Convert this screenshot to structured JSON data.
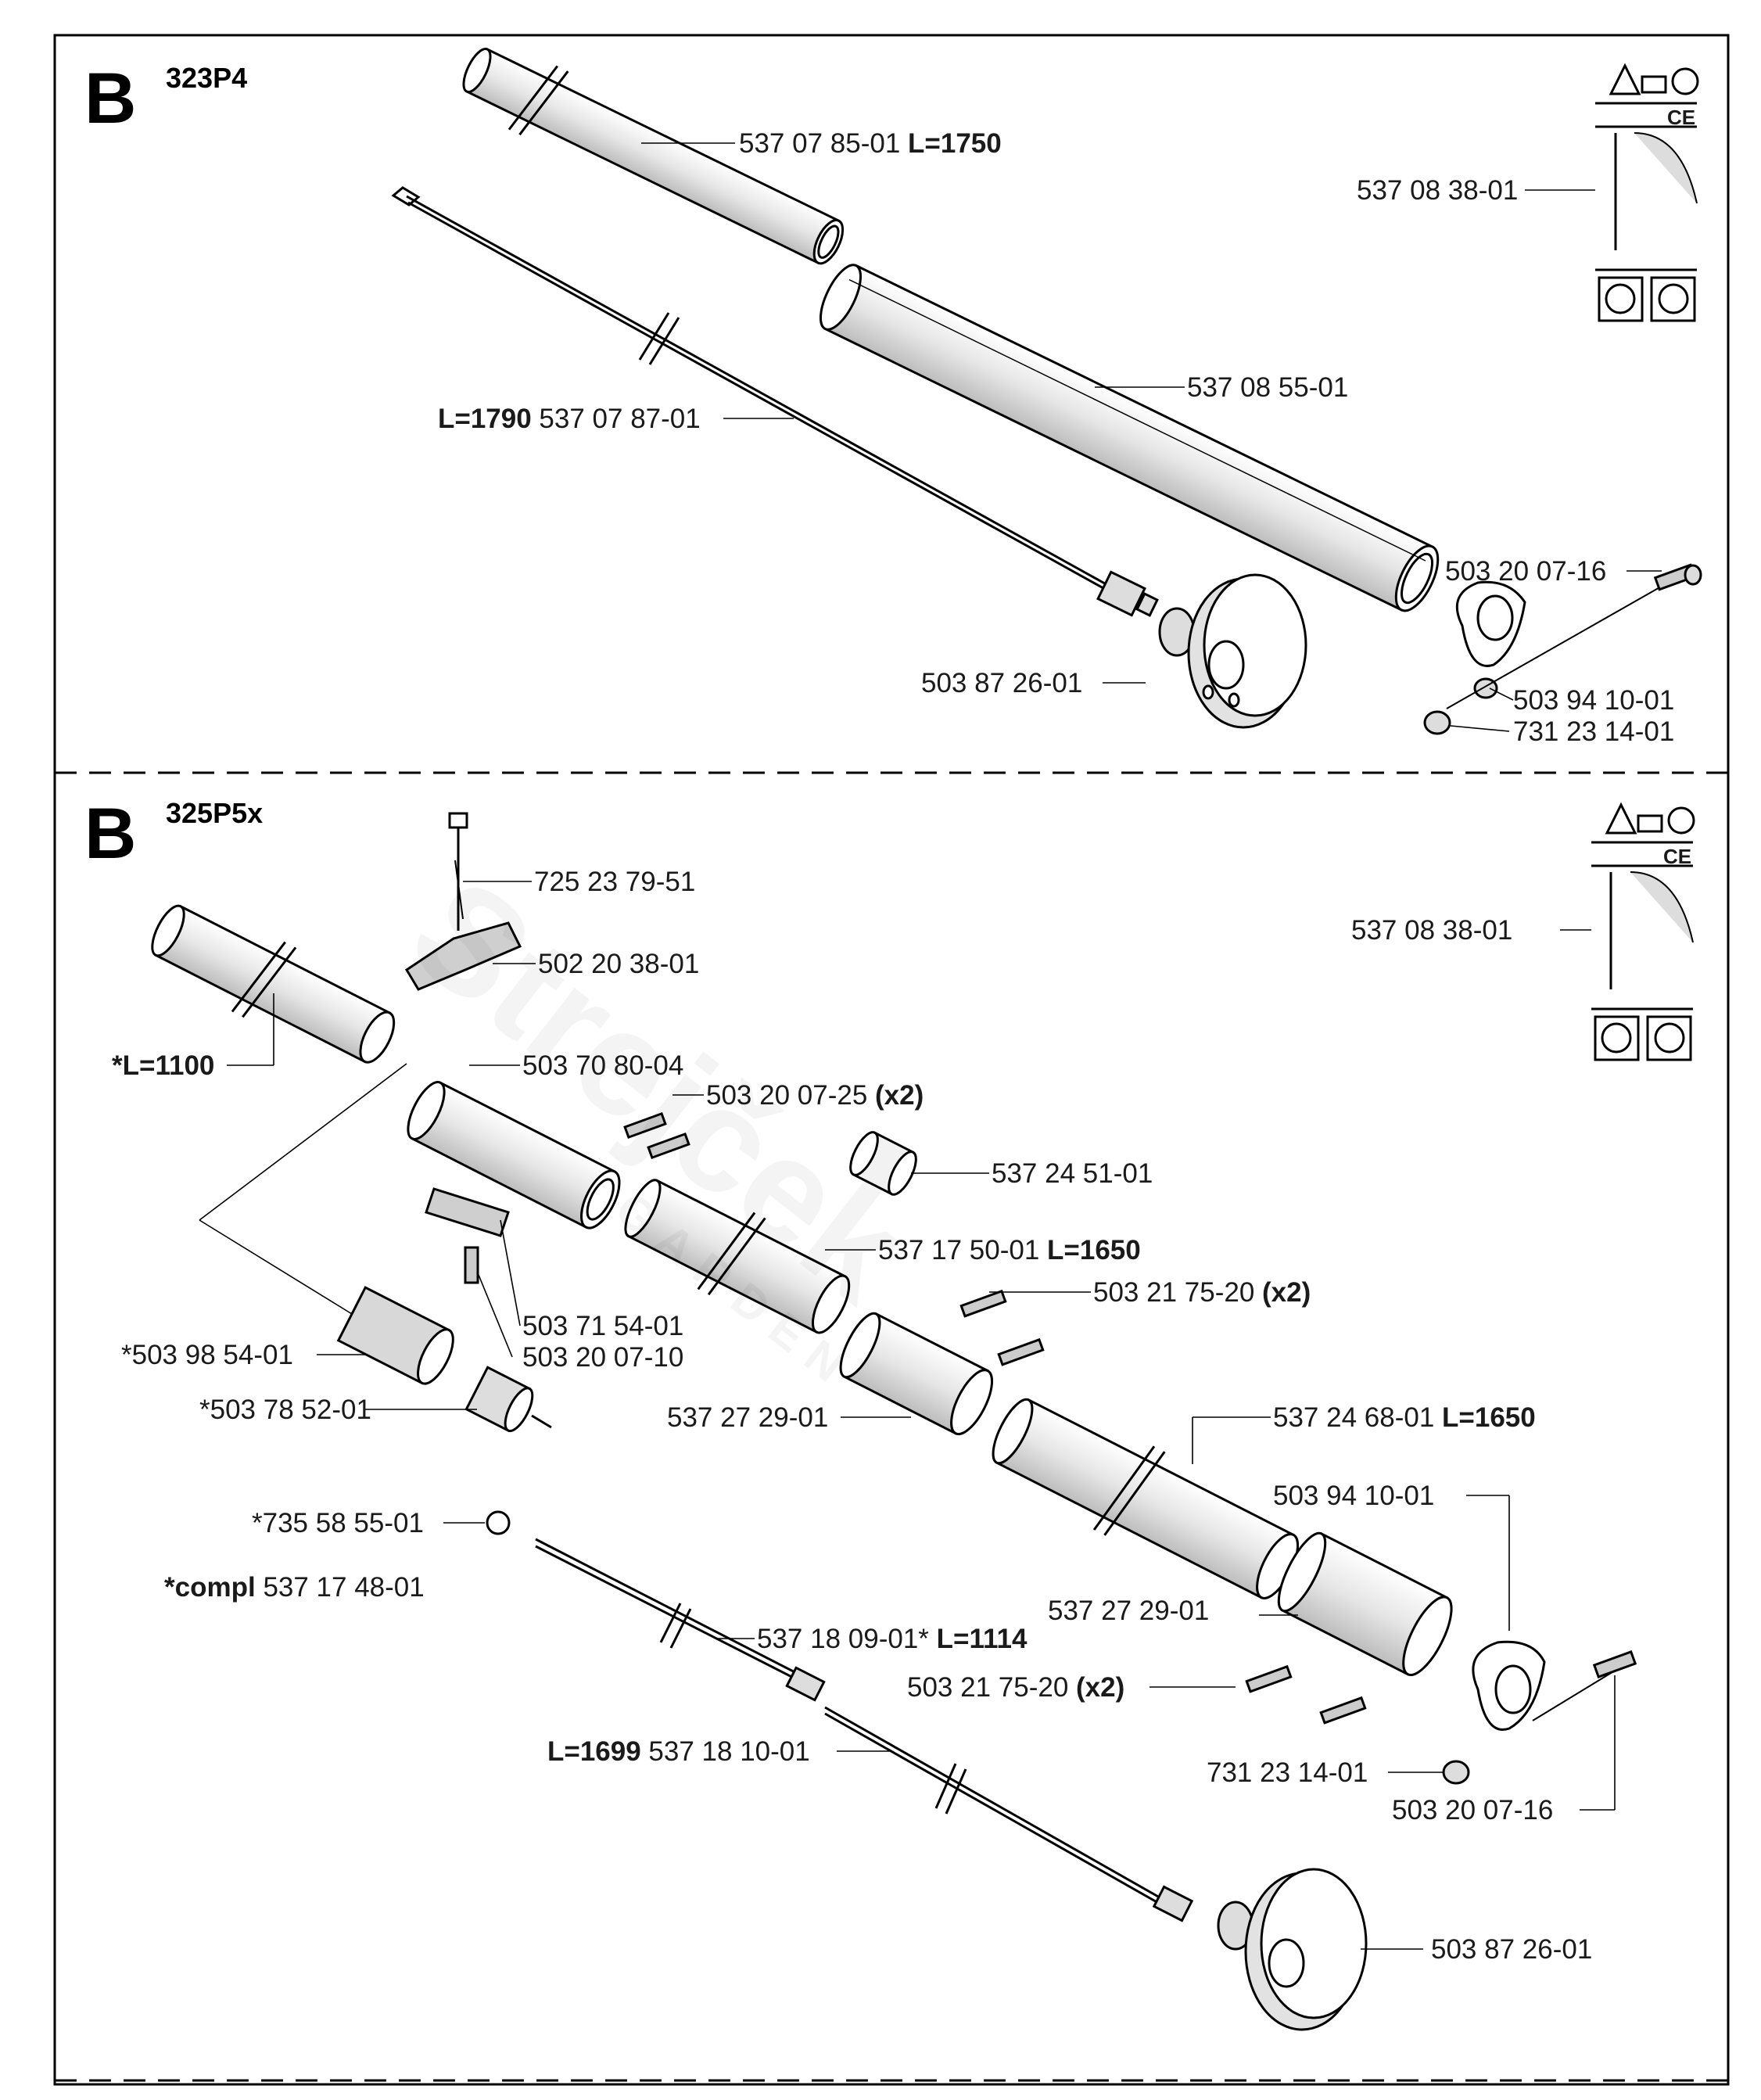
{
  "sections": [
    {
      "letter": "B",
      "model": "323P4",
      "labels": [
        {
          "id": "p1",
          "pre": "",
          "code": "537 07 85-01",
          "post": "L=1750"
        },
        {
          "id": "p2",
          "pre": "",
          "code": "537 08 38-01",
          "post": ""
        },
        {
          "id": "p3",
          "pre": "",
          "code": "537 08 55-01",
          "post": ""
        },
        {
          "id": "p4",
          "pre": "L=1790",
          "code": "537 07 87-01",
          "post": ""
        },
        {
          "id": "p5",
          "pre": "",
          "code": "503 20 07-16",
          "post": ""
        },
        {
          "id": "p6",
          "pre": "",
          "code": "503 87 26-01",
          "post": ""
        },
        {
          "id": "p7",
          "pre": "",
          "code": "503 94 10-01",
          "post": ""
        },
        {
          "id": "p8",
          "pre": "",
          "code": "731 23 14-01",
          "post": ""
        }
      ]
    },
    {
      "letter": "B",
      "model": "325P5x",
      "labels": [
        {
          "id": "q1",
          "pre": "",
          "code": "725 23 79-51",
          "post": ""
        },
        {
          "id": "q2",
          "pre": "",
          "code": "537 08 38-01",
          "post": ""
        },
        {
          "id": "q3",
          "pre": "",
          "code": "502 20 38-01",
          "post": ""
        },
        {
          "id": "q4",
          "pre": "*L=1100",
          "code": "",
          "post": ""
        },
        {
          "id": "q5",
          "pre": "",
          "code": "503 70 80-04",
          "post": ""
        },
        {
          "id": "q6",
          "pre": "",
          "code": "503 20 07-25",
          "post": "(x2)"
        },
        {
          "id": "q7",
          "pre": "",
          "code": "537 24 51-01",
          "post": ""
        },
        {
          "id": "q8",
          "pre": "",
          "code": "537 17 50-01",
          "post": "L=1650"
        },
        {
          "id": "q9",
          "pre": "",
          "code": "503 21 75-20",
          "post": "(x2)"
        },
        {
          "id": "q10",
          "pre": "",
          "code": "503 71 54-01",
          "post": ""
        },
        {
          "id": "q11",
          "pre": "*",
          "code": "503 98 54-01",
          "post": ""
        },
        {
          "id": "q12",
          "pre": "",
          "code": "503 20 07-10",
          "post": ""
        },
        {
          "id": "q13",
          "pre": "*",
          "code": "503 78 52-01",
          "post": ""
        },
        {
          "id": "q14",
          "pre": "",
          "code": "537 27 29-01",
          "post": ""
        },
        {
          "id": "q15",
          "pre": "",
          "code": "537 24 68-01",
          "post": "L=1650"
        },
        {
          "id": "q16",
          "pre": "",
          "code": "503 94 10-01",
          "post": ""
        },
        {
          "id": "q17",
          "pre": "*",
          "code": "735 58 55-01",
          "post": ""
        },
        {
          "id": "q18",
          "pre": "*compl",
          "code": "537 17 48-01",
          "post": ""
        },
        {
          "id": "q19",
          "pre": "",
          "code": "537 27 29-01",
          "post": ""
        },
        {
          "id": "q20",
          "pre": "",
          "code": "537 18 09-01*",
          "post": "L=1114"
        },
        {
          "id": "q21",
          "pre": "",
          "code": "503 21 75-20",
          "post": "(x2)"
        },
        {
          "id": "q22",
          "pre": "L=1699",
          "code": "537 18 10-01",
          "post": ""
        },
        {
          "id": "q23",
          "pre": "",
          "code": "731 23 14-01",
          "post": ""
        },
        {
          "id": "q24",
          "pre": "",
          "code": "503 20 07-16",
          "post": ""
        },
        {
          "id": "q25",
          "pre": "",
          "code": "503 87 26-01",
          "post": ""
        }
      ]
    }
  ],
  "watermark": {
    "main": "Strejček",
    "sub": "GARDEN"
  },
  "ce_mark": "CE"
}
